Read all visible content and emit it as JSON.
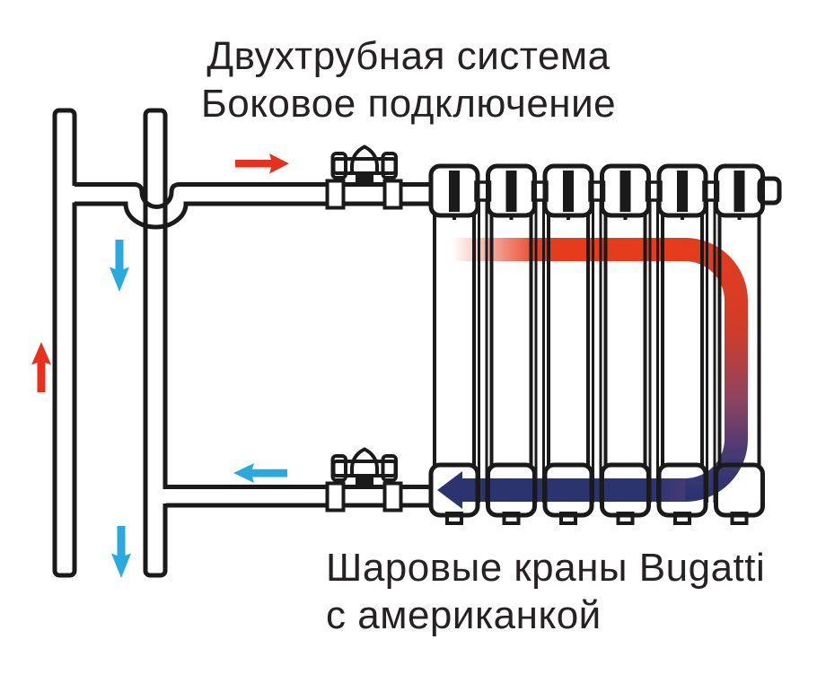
{
  "title": {
    "line1": "Двухтрубная система",
    "line2": "Боковое подключение"
  },
  "caption": {
    "line1": "Шаровые краны Bugatti",
    "line2": "с американкой"
  },
  "diagram": {
    "radiator_sections": 6,
    "valve_count": 2
  },
  "colors": {
    "line": "#1a1a1a",
    "valve_red": "#e6311e",
    "arrow_red": "#e6311e",
    "arrow_blue": "#29a9de",
    "flow_hot": "#e63c1e",
    "flow_warm": "#d03c2a",
    "flow_mid": "#8d4460",
    "flow_indigo": "#453a74",
    "flow_cold": "#2c3470"
  }
}
